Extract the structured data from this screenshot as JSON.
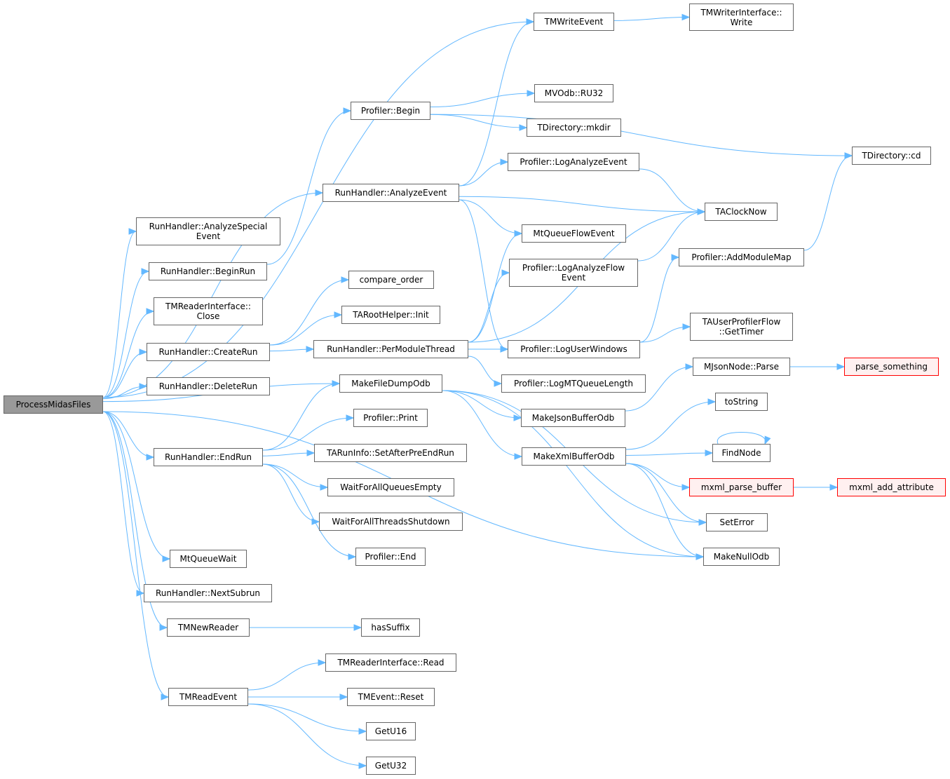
{
  "graph": {
    "root": "ProcessMidasFiles",
    "colors": {
      "edge": "#63b8ff",
      "root_fill": "#999999",
      "node_border": "#666666",
      "ext_border": "#ff0000",
      "ext_fill": "#fff0f0"
    },
    "nodes": [
      {
        "id": "pmf",
        "label": "ProcessMidasFiles",
        "kind": "root"
      },
      {
        "id": "tmwe",
        "label": "TMWriteEvent"
      },
      {
        "id": "tmwiw",
        "label": "TMWriterInterface::\nWrite"
      },
      {
        "id": "pbegin",
        "label": "Profiler::Begin"
      },
      {
        "id": "ru32",
        "label": "MVOdb::RU32"
      },
      {
        "id": "mkdir",
        "label": "TDirectory::mkdir"
      },
      {
        "id": "cd",
        "label": "TDirectory::cd"
      },
      {
        "id": "plae",
        "label": "Profiler::LogAnalyzeEvent"
      },
      {
        "id": "rhae",
        "label": "RunHandler::AnalyzeEvent"
      },
      {
        "id": "clock",
        "label": "TAClockNow"
      },
      {
        "id": "rhase",
        "label": "RunHandler::AnalyzeSpecial\nEvent"
      },
      {
        "id": "mqfe",
        "label": "MtQueueFlowEvent"
      },
      {
        "id": "pamm",
        "label": "Profiler::AddModuleMap"
      },
      {
        "id": "rhbr",
        "label": "RunHandler::BeginRun"
      },
      {
        "id": "plafe",
        "label": "Profiler::LogAnalyzeFlow\nEvent"
      },
      {
        "id": "co",
        "label": "compare_order"
      },
      {
        "id": "tmric",
        "label": "TMReaderInterface::\nClose"
      },
      {
        "id": "trhi",
        "label": "TARootHelper::Init"
      },
      {
        "id": "gettimer",
        "label": "TAUserProfilerFlow\n::GetTimer"
      },
      {
        "id": "rhcr",
        "label": "RunHandler::CreateRun"
      },
      {
        "id": "rhpmt",
        "label": "RunHandler::PerModuleThread"
      },
      {
        "id": "pluw",
        "label": "Profiler::LogUserWindows"
      },
      {
        "id": "mjparse",
        "label": "MJsonNode::Parse"
      },
      {
        "id": "parsesomething",
        "label": "parse_something",
        "kind": "ext"
      },
      {
        "id": "plmtql",
        "label": "Profiler::LogMTQueueLength"
      },
      {
        "id": "mfdo",
        "label": "MakeFileDumpOdb"
      },
      {
        "id": "rhdr",
        "label": "RunHandler::DeleteRun"
      },
      {
        "id": "tostring",
        "label": "toString"
      },
      {
        "id": "mjbo",
        "label": "MakeJsonBufferOdb"
      },
      {
        "id": "pprint",
        "label": "Profiler::Print"
      },
      {
        "id": "findnode",
        "label": "FindNode"
      },
      {
        "id": "rher",
        "label": "RunHandler::EndRun"
      },
      {
        "id": "sapere",
        "label": "TARunInfo::SetAfterPreEndRun"
      },
      {
        "id": "mxbo",
        "label": "MakeXmlBufferOdb"
      },
      {
        "id": "mxpb",
        "label": "mxml_parse_buffer",
        "kind": "ext"
      },
      {
        "id": "mxaa",
        "label": "mxml_add_attribute",
        "kind": "ext"
      },
      {
        "id": "wfaqe",
        "label": "WaitForAllQueuesEmpty"
      },
      {
        "id": "seterror",
        "label": "SetError"
      },
      {
        "id": "wfats",
        "label": "WaitForAllThreadsShutdown"
      },
      {
        "id": "pend",
        "label": "Profiler::End"
      },
      {
        "id": "mno",
        "label": "MakeNullOdb"
      },
      {
        "id": "mqw",
        "label": "MtQueueWait"
      },
      {
        "id": "rhns",
        "label": "RunHandler::NextSubrun"
      },
      {
        "id": "tmnr",
        "label": "TMNewReader"
      },
      {
        "id": "hassuffix",
        "label": "hasSuffix"
      },
      {
        "id": "tmrir",
        "label": "TMReaderInterface::Read"
      },
      {
        "id": "tmre",
        "label": "TMReadEvent"
      },
      {
        "id": "tmer",
        "label": "TMEvent::Reset"
      },
      {
        "id": "getu16",
        "label": "GetU16"
      },
      {
        "id": "getu32",
        "label": "GetU32"
      }
    ],
    "edges": [
      [
        "pmf",
        "tmwe"
      ],
      [
        "pmf",
        "rhae"
      ],
      [
        "pmf",
        "rhase"
      ],
      [
        "pmf",
        "rhbr"
      ],
      [
        "pmf",
        "tmric"
      ],
      [
        "pmf",
        "rhcr"
      ],
      [
        "pmf",
        "rhdr"
      ],
      [
        "pmf",
        "mfdo"
      ],
      [
        "pmf",
        "rher"
      ],
      [
        "pmf",
        "mqw"
      ],
      [
        "pmf",
        "rhns"
      ],
      [
        "pmf",
        "tmnr"
      ],
      [
        "pmf",
        "tmre"
      ],
      [
        "pmf",
        "mno"
      ],
      [
        "tmwe",
        "tmwiw"
      ],
      [
        "pbegin",
        "ru32"
      ],
      [
        "pbegin",
        "mkdir"
      ],
      [
        "pbegin",
        "cd"
      ],
      [
        "rhae",
        "tmwe"
      ],
      [
        "rhae",
        "plae"
      ],
      [
        "rhae",
        "clock"
      ],
      [
        "rhae",
        "mqfe"
      ],
      [
        "rhae",
        "pluw"
      ],
      [
        "plae",
        "clock"
      ],
      [
        "rhbr",
        "pbegin"
      ],
      [
        "rhcr",
        "co"
      ],
      [
        "rhcr",
        "trhi"
      ],
      [
        "rhcr",
        "rhpmt"
      ],
      [
        "rhpmt",
        "mqfe"
      ],
      [
        "rhpmt",
        "plafe"
      ],
      [
        "rhpmt",
        "clock"
      ],
      [
        "rhpmt",
        "pluw"
      ],
      [
        "rhpmt",
        "plmtql"
      ],
      [
        "plafe",
        "clock"
      ],
      [
        "pluw",
        "pamm"
      ],
      [
        "pluw",
        "gettimer"
      ],
      [
        "pamm",
        "cd"
      ],
      [
        "mfdo",
        "mjbo"
      ],
      [
        "mfdo",
        "mxbo"
      ],
      [
        "mfdo",
        "seterror"
      ],
      [
        "mfdo",
        "mno"
      ],
      [
        "mjbo",
        "mjparse"
      ],
      [
        "mjparse",
        "parsesomething"
      ],
      [
        "mxbo",
        "tostring"
      ],
      [
        "mxbo",
        "findnode"
      ],
      [
        "mxbo",
        "mxpb"
      ],
      [
        "mxbo",
        "seterror"
      ],
      [
        "mxbo",
        "mno"
      ],
      [
        "findnode",
        "findnode"
      ],
      [
        "mxpb",
        "mxaa"
      ],
      [
        "rher",
        "mfdo"
      ],
      [
        "rher",
        "pprint"
      ],
      [
        "rher",
        "sapere"
      ],
      [
        "rher",
        "wfaqe"
      ],
      [
        "rher",
        "wfats"
      ],
      [
        "rher",
        "pend"
      ],
      [
        "tmnr",
        "hassuffix"
      ],
      [
        "tmre",
        "tmrir"
      ],
      [
        "tmre",
        "tmer"
      ],
      [
        "tmre",
        "getu16"
      ],
      [
        "tmre",
        "getu32"
      ]
    ]
  }
}
